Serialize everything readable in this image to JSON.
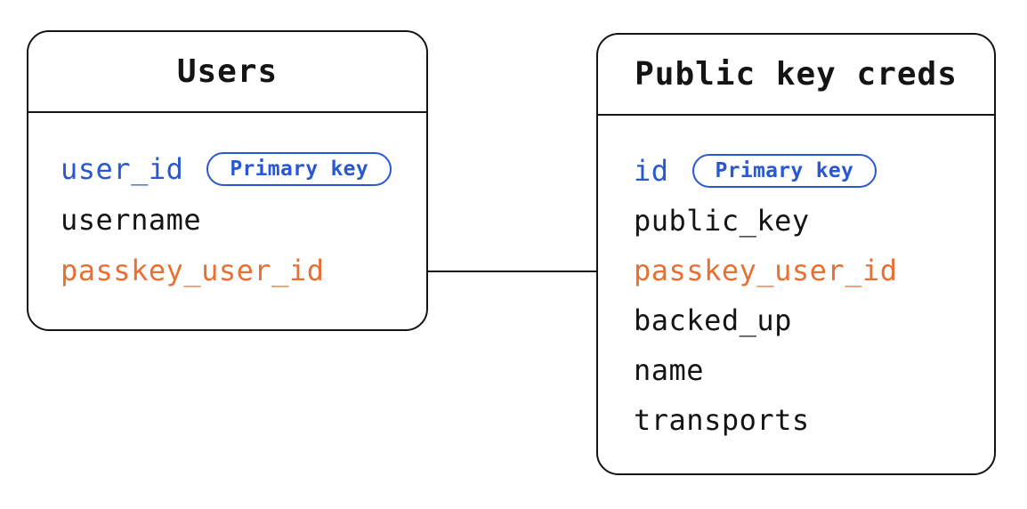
{
  "colors": {
    "background": "#ffffff",
    "line": "#141414",
    "text": "#141414",
    "primary_key_blue": "#2a58d0",
    "foreign_key_orange": "#e96f33"
  },
  "tables": [
    {
      "title": "Users",
      "fields": [
        {
          "label": "user_id",
          "role": "primary",
          "badge": "Primary key"
        },
        {
          "label": "username",
          "role": "default"
        },
        {
          "label": "passkey_user_id",
          "role": "foreign"
        }
      ]
    },
    {
      "title": "Public key creds",
      "fields": [
        {
          "label": "id",
          "role": "primary",
          "badge": "Primary key"
        },
        {
          "label": "public_key",
          "role": "default"
        },
        {
          "label": "passkey_user_id",
          "role": "foreign"
        },
        {
          "label": "backed_up",
          "role": "default"
        },
        {
          "label": "name",
          "role": "default"
        },
        {
          "label": "transports",
          "role": "default"
        }
      ]
    }
  ],
  "relationship": {
    "from": "Users.passkey_user_id",
    "to": "Public key creds.passkey_user_id"
  }
}
